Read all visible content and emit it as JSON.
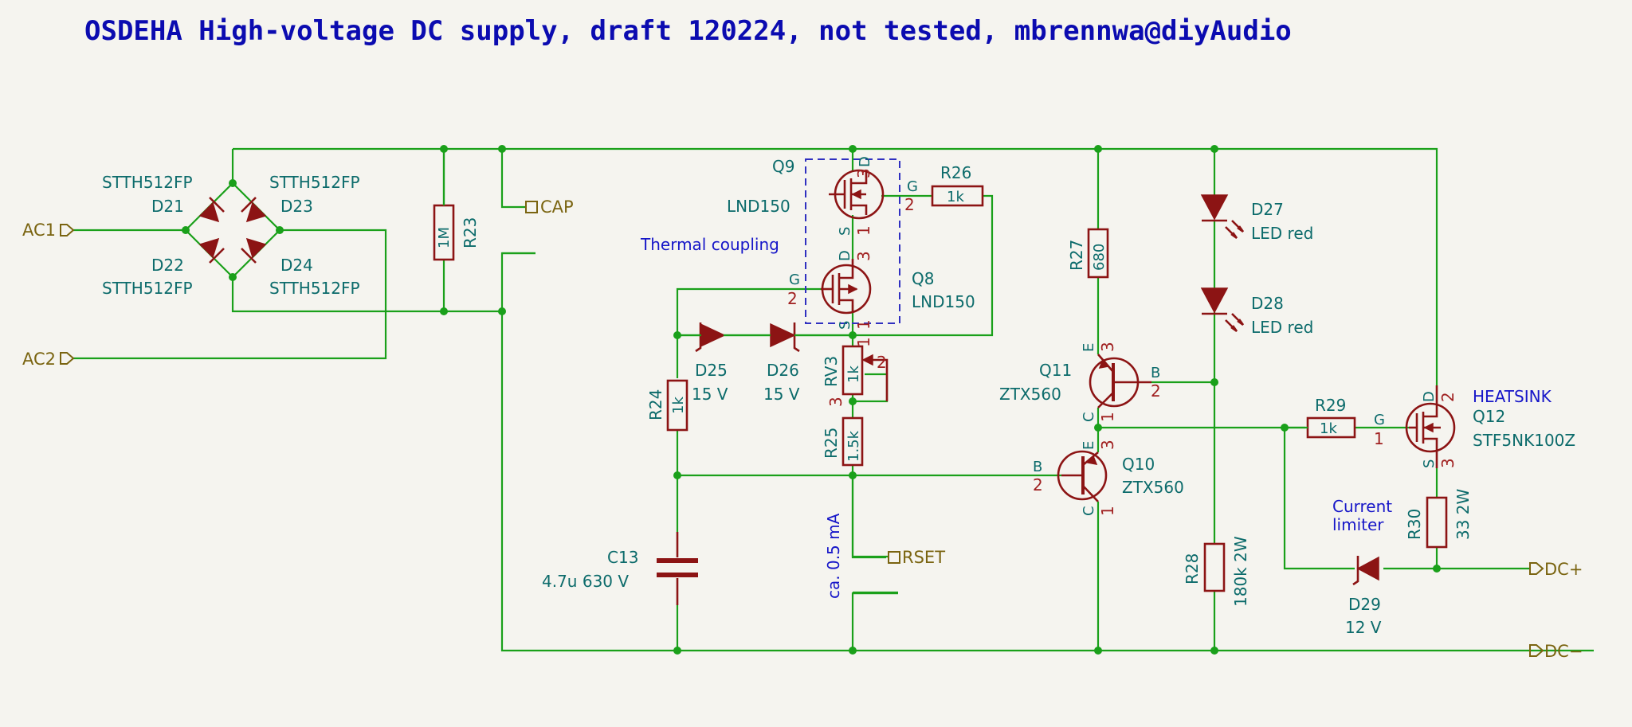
{
  "title": "OSDEHA High-voltage DC supply, draft 120224, not tested, mbrennwa@diyAudio",
  "globals": {
    "ac1": "AC1",
    "ac2": "AC2",
    "cap": "CAP",
    "rset": "RSET",
    "dcp": "DC+",
    "dcm": "DC−"
  },
  "notes": {
    "thermal": "Thermal coupling",
    "current_limiter_1": "Current",
    "current_limiter_2": "limiter",
    "heatsink": "HEATSINK",
    "rset_current": "ca. 0.5 mA"
  },
  "parts": {
    "d21": {
      "ref": "D21",
      "value": "STTH512FP"
    },
    "d22": {
      "ref": "D22",
      "value": "STTH512FP"
    },
    "d23": {
      "ref": "D23",
      "value": "STTH512FP"
    },
    "d24": {
      "ref": "D24",
      "value": "STTH512FP"
    },
    "r23": {
      "ref": "R23",
      "value": "1M"
    },
    "q9": {
      "ref": "Q9",
      "value": "LND150"
    },
    "q8": {
      "ref": "Q8",
      "value": "LND150"
    },
    "r26": {
      "ref": "R26",
      "value": "1k"
    },
    "d25": {
      "ref": "D25",
      "value": "15 V"
    },
    "d26": {
      "ref": "D26",
      "value": "15 V"
    },
    "rv3": {
      "ref": "RV3",
      "value": "1k"
    },
    "r24": {
      "ref": "R24",
      "value": "1k"
    },
    "r25": {
      "ref": "R25",
      "value": "1.5k"
    },
    "c13": {
      "ref": "C13",
      "value": "4.7u 630 V"
    },
    "r27": {
      "ref": "R27",
      "value": "680"
    },
    "q11": {
      "ref": "Q11",
      "value": "ZTX560"
    },
    "q10": {
      "ref": "Q10",
      "value": "ZTX560"
    },
    "d27": {
      "ref": "D27",
      "value": "LED red"
    },
    "d28": {
      "ref": "D28",
      "value": "LED red"
    },
    "r28": {
      "ref": "R28",
      "value": "180k 2W"
    },
    "r29": {
      "ref": "R29",
      "value": "1k"
    },
    "q12": {
      "ref": "Q12",
      "value": "STF5NK100Z"
    },
    "r30": {
      "ref": "R30",
      "value": "33 2W"
    },
    "d29": {
      "ref": "D29",
      "value": "12 V"
    }
  },
  "pins": {
    "one": "1",
    "two": "2",
    "three": "3",
    "d": "D",
    "g": "G",
    "s": "S",
    "b": "B",
    "c": "C",
    "e": "E"
  }
}
